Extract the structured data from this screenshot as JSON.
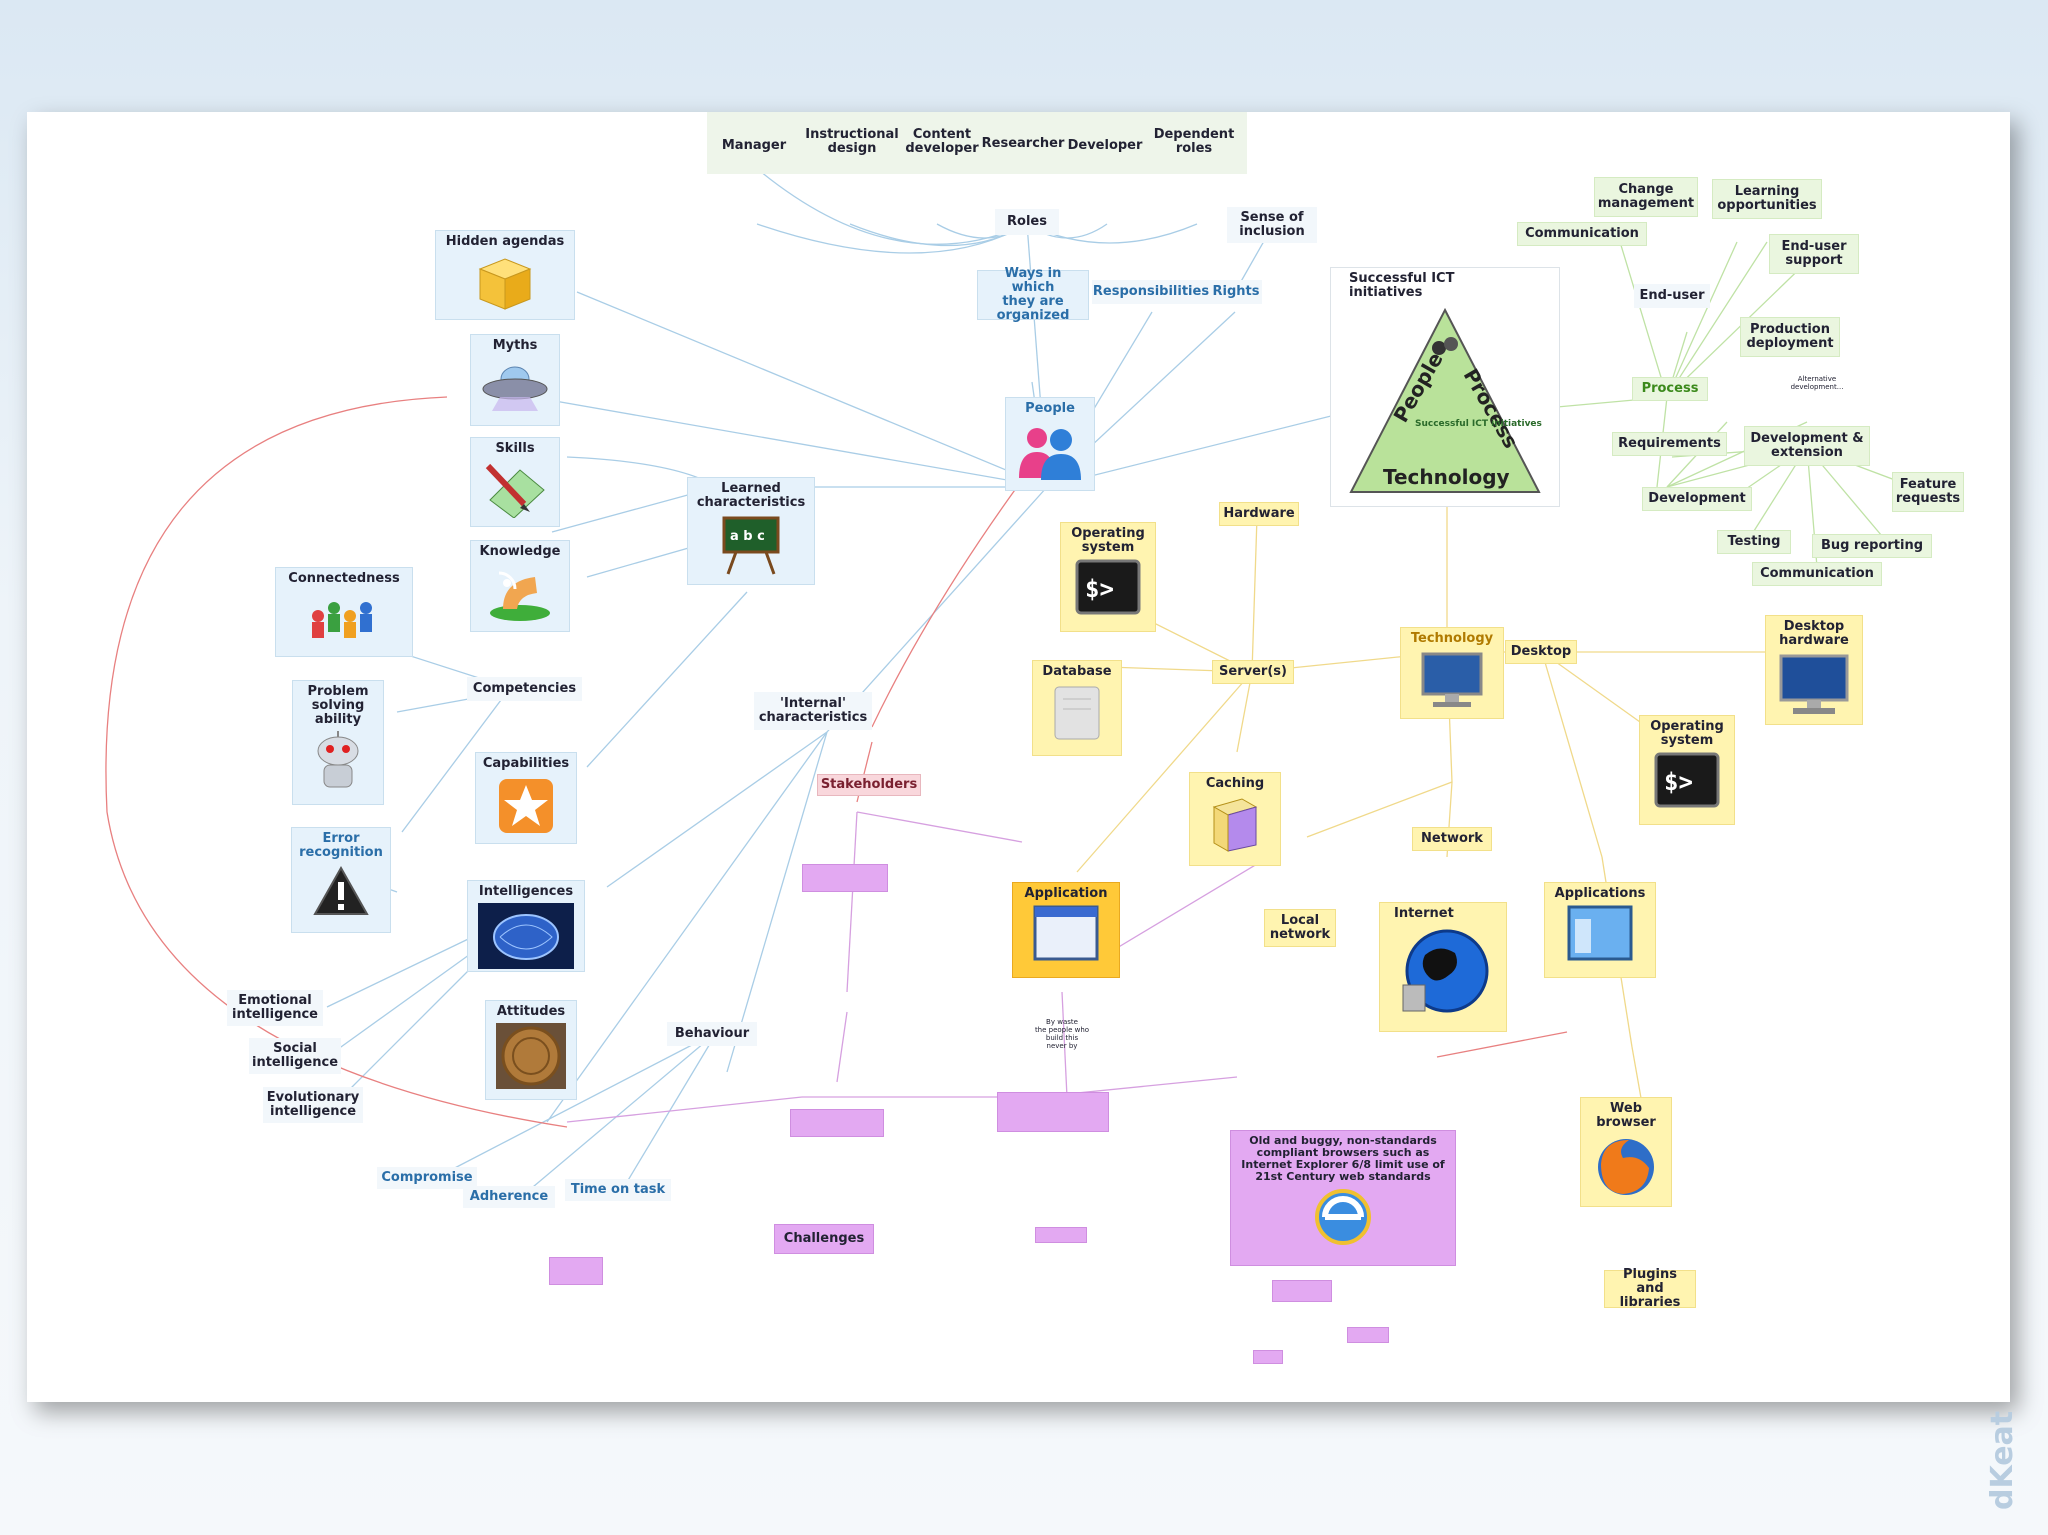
{
  "nodes": {
    "roles": "Roles",
    "manager": "Manager",
    "instructional_design": "Instructional\ndesign",
    "content_developer": "Content\ndeveloper",
    "researcher": "Researcher",
    "developer": "Developer",
    "dependent_roles": "Dependent\nroles",
    "ways_organized": "Ways in which\nthey are\norganized",
    "responsibilities": "Responsibilities",
    "rights": "Rights",
    "sense_of_inclusion": "Sense of\ninclusion",
    "people": "People",
    "hidden_agendas": "Hidden agendas",
    "myths": "Myths",
    "skills": "Skills",
    "knowledge": "Knowledge",
    "learned_characteristics": "Learned\ncharacteristics",
    "connectedness": "Connectedness",
    "competencies": "Competencies",
    "problem_solving": "Problem\nsolving\nability",
    "capabilities": "Capabilities",
    "internal_characteristics": "'Internal'\ncharacteristics",
    "error_recognition": "Error\nrecognition",
    "intelligences": "Intelligences",
    "emotional_intelligence": "Emotional\nintelligence",
    "social_intelligence": "Social\nintelligence",
    "evolutionary_intelligence": "Evolutionary\nintelligence",
    "attitudes": "Attitudes",
    "behaviour": "Behaviour",
    "compromise": "Compromise",
    "adherence": "Adherence",
    "time_on_task": "Time on task",
    "stakeholders": "Stakeholders",
    "challenges": "Challenges",
    "successful_ict": "Successful ICT\ninitiatives",
    "triangle_people": "People",
    "triangle_process": "Process",
    "triangle_technology": "Technology",
    "triangle_inner": "Successful\nICT initiatives\ndepend on...",
    "change_management": "Change\nmanagement",
    "learning_opportunities": "Learning\nopportunities",
    "communication_top": "Communication",
    "enduser_support": "End-user\nsupport",
    "enduser": "End-user",
    "production_deployment": "Production\ndeployment",
    "process": "Process",
    "process_note": "Alternative\ndevelopment...",
    "requirements": "Requirements",
    "dev_extension": "Development &\nextension",
    "development": "Development",
    "feature_requests": "Feature\nrequests",
    "testing": "Testing",
    "bug_reporting": "Bug reporting",
    "communication_bottom": "Communication",
    "hardware": "Hardware",
    "operating_system_server": "Operating\nsystem",
    "database": "Database",
    "servers": "Server(s)",
    "caching": "Caching",
    "technology": "Technology",
    "desktop": "Desktop",
    "desktop_hardware": "Desktop\nhardware",
    "operating_system_desktop": "Operating\nsystem",
    "network": "Network",
    "application": "Application",
    "local_network": "Local\nnetwork",
    "internet": "Internet",
    "applications": "Applications",
    "app_note": "By waste\nthe people who\nbuild this\nnever by",
    "web_browser": "Web\nbrowser",
    "plugins_libraries": "Plugins and\nlibraries",
    "ie_note": "Old and buggy, non-standards compliant browsers such as Internet Explorer 6/8 limit use of 21st Century web standards"
  },
  "watermark": "dKeat",
  "colors": {
    "blue_node": "#e6f2fb",
    "green_node": "#eaf6df",
    "yellow_node": "#fff4b0",
    "orange_node": "#ffc938",
    "pink_node": "#f9d7dc",
    "purple_node": "#e3a9f2",
    "blue_line": "#a9cde6",
    "green_line": "#bfe2a5",
    "yellow_line": "#f0d98a",
    "red_line": "#e88080",
    "purple_line": "#d6a0e0"
  },
  "icons": {
    "hidden_agendas": "box-icon",
    "myths": "ufo-icon",
    "skills": "pencil-paper-icon",
    "knowledge": "rss-reader-icon",
    "learned_characteristics": "chalkboard-icon",
    "connectedness": "people-network-icon",
    "problem_solving": "robot-icon",
    "capabilities": "star-icon",
    "error_recognition": "warning-icon",
    "intelligences": "brain-icon",
    "attitudes": "coin-icon",
    "people": "users-icon",
    "operating_system": "terminal-icon",
    "database": "database-icon",
    "caching": "cache-box-icon",
    "technology": "monitor-icon",
    "desktop_hardware": "desktop-monitor-icon",
    "application": "window-icon",
    "internet": "globe-icon",
    "applications": "app-window-icon",
    "web_browser": "firefox-icon",
    "internet_explorer": "ie-icon"
  }
}
